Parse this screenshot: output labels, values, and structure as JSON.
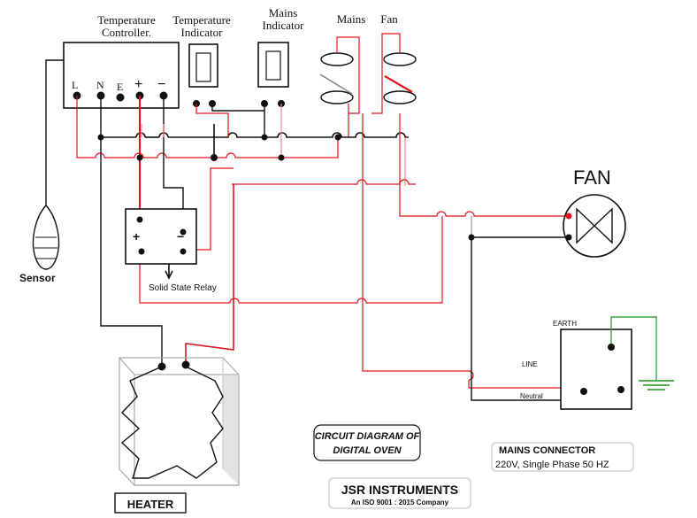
{
  "labels": {
    "temp_controller_1": "Temperature",
    "temp_controller_2": "Controller.",
    "temp_indicator_1": "Temperature",
    "temp_indicator_2": "Indicator",
    "mains_indicator_1": "Mains",
    "mains_indicator_2": "Indicator",
    "mains": "Mains",
    "fan_switch": "Fan",
    "terminal_l": "L",
    "terminal_n": "N",
    "terminal_e": "E",
    "terminal_plus": "+",
    "terminal_minus": "−",
    "sensor": "Sensor",
    "ssr_plus": "+",
    "ssr_minus": "−",
    "ssr": "Solid State Relay",
    "fan_motor": "FAN",
    "earth": "EARTH",
    "line": "LINE",
    "neutral": "Neutral",
    "heater": "HEATER",
    "diagram_title_1": "CIRCUIT DIAGRAM OF",
    "diagram_title_2": "DIGITAL OVEN",
    "mains_connector_title": "MAINS CONNECTOR",
    "mains_connector_spec": "220V, Single Phase 50 HZ",
    "company": "JSR INSTRUMENTS",
    "company_tagline": "An ISO 9001 : 2015 Company"
  },
  "colors": {
    "wire_black": "#111111",
    "wire_red": "#e0141c",
    "wire_pink": "#f08c8c",
    "wire_grey": "#9a9a9a",
    "wire_green": "#3aa53a"
  }
}
